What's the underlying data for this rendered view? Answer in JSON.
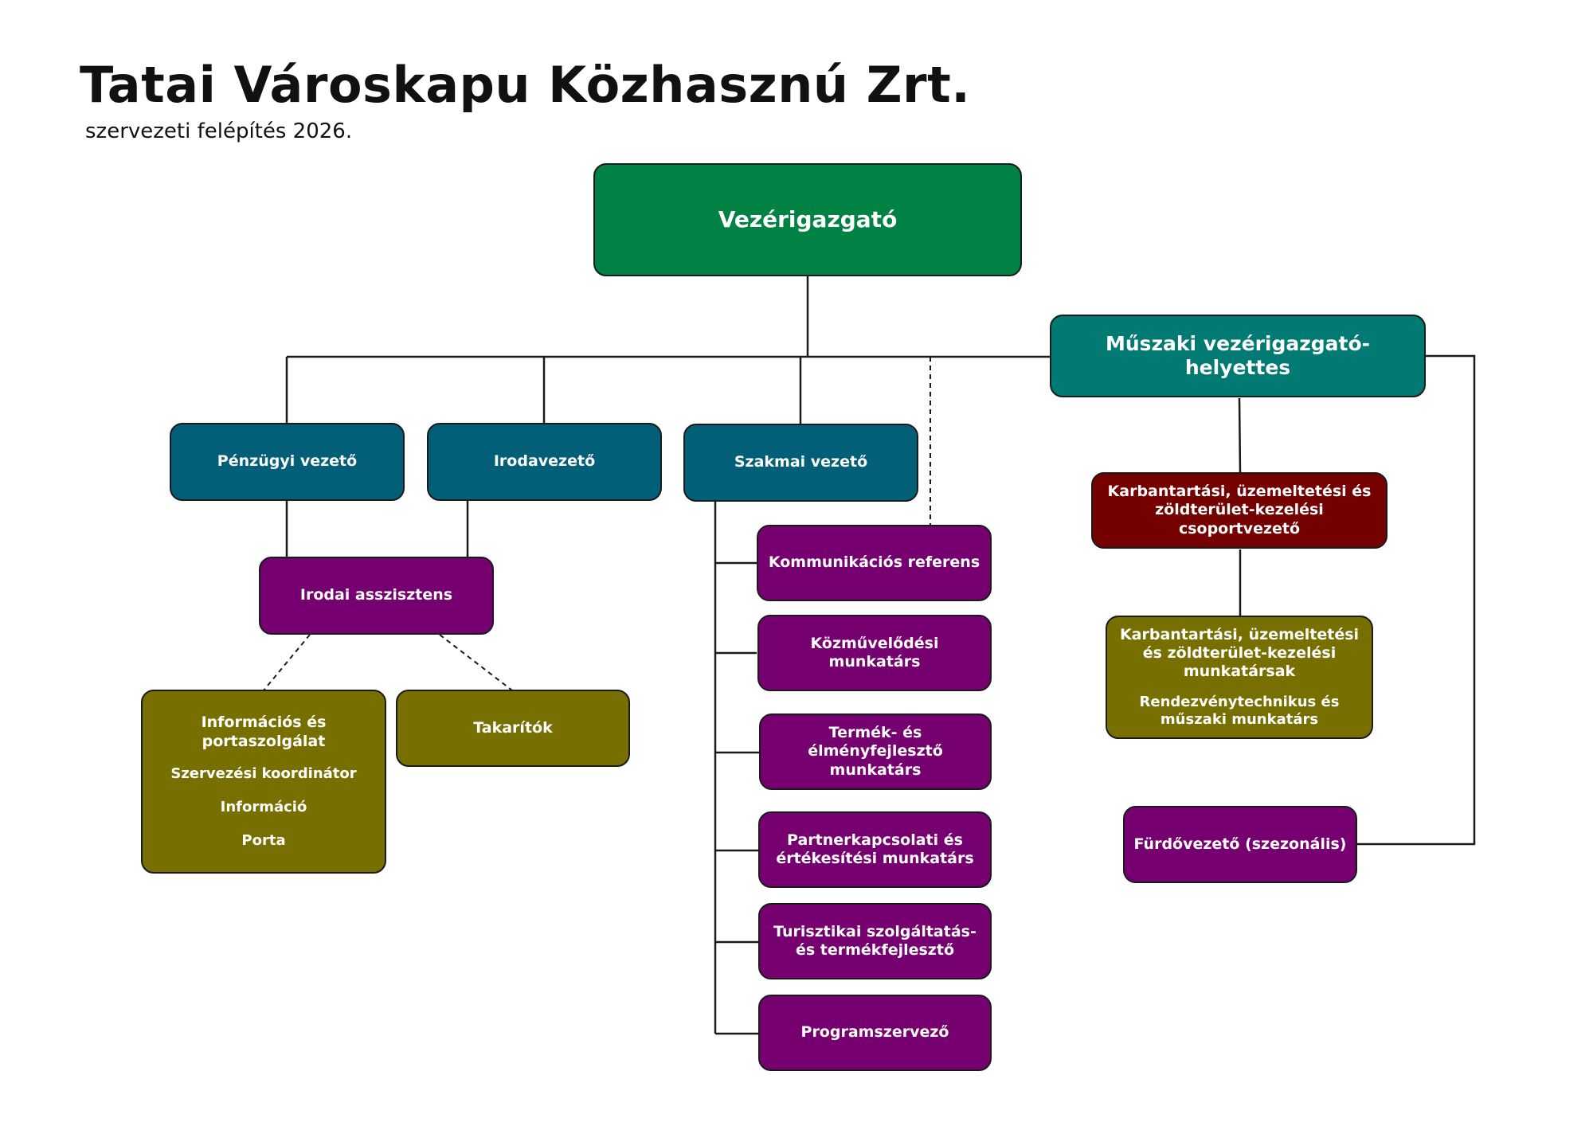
{
  "header": {
    "title": "Tatai Városkapu Közhasznú Zrt.",
    "subtitle": "szervezeti felépítés 2026."
  },
  "colors": {
    "green": "#008244",
    "teal": "#007a72",
    "blue": "#035f78",
    "purple": "#770070",
    "olive": "#777000",
    "red": "#750000"
  },
  "nodes": {
    "ceo": "Vezérigazgató",
    "technical_deputy": "Műszaki vezérigazgató-helyettes",
    "finance_manager": "Pénzügyi vezető",
    "office_manager": "Irodavezető",
    "professional_manager": "Szakmai vezető",
    "office_assistant": "Irodai asszisztens",
    "info_porter": {
      "title": "Információs és portaszolgálat",
      "items": [
        "Szervezési koordinátor",
        "Információ",
        "Porta"
      ]
    },
    "cleaners": "Takarítók",
    "communications": "Kommunikációs referens",
    "culture": "Közművelődési munkatárs",
    "product_experience": "Termék- és élményfejlesztő munkatárs",
    "partner_sales": "Partnerkapcsolati és értékesítési munkatárs",
    "tourism": "Turisztikai szolgáltatás- és termékfejlesztő",
    "event_organizer": "Programszervező",
    "maintenance_lead": "Karbantartási, üzemeltetési és zöldterület-kezelési csoportvezető",
    "maintenance_staff": {
      "title": "Karbantartási, üzemeltetési és zöldterület-kezelési munkatársak",
      "sub": "Rendezvénytechnikus és műszaki munkatárs"
    },
    "bath_manager": "Fürdővezető (szezonális)"
  }
}
